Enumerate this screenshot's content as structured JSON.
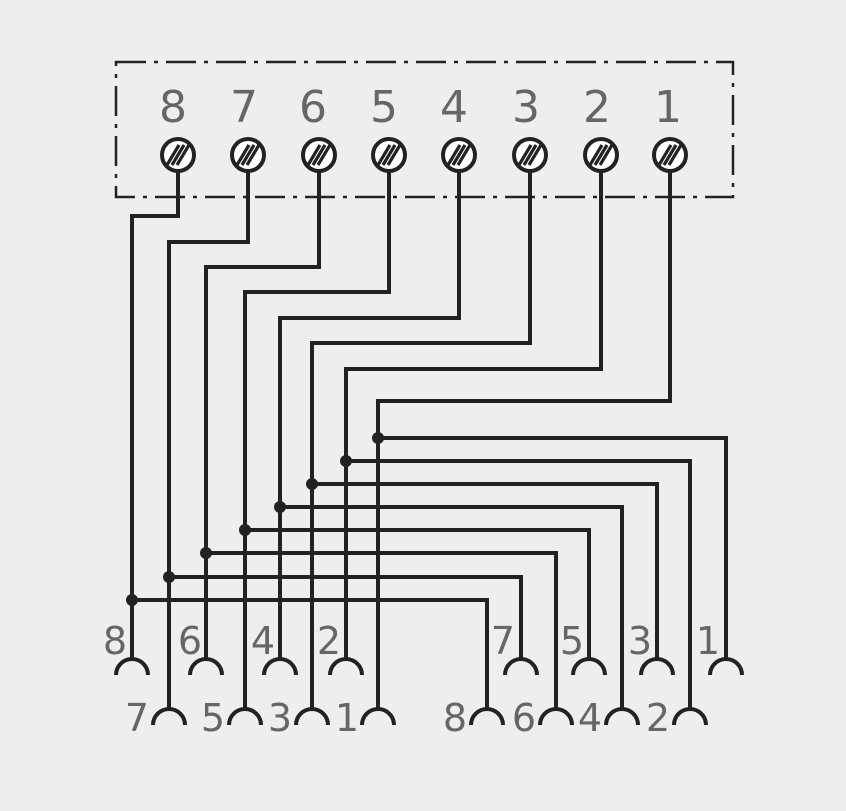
{
  "colors": {
    "background": "#eeeeee",
    "ink": "#222222",
    "label": "#666666"
  },
  "terminal_block": {
    "terminals": [
      "8",
      "7",
      "6",
      "5",
      "4",
      "3",
      "2",
      "1"
    ]
  },
  "left_connector": {
    "upper_row": [
      "8",
      "6",
      "4",
      "2"
    ],
    "lower_row": [
      "7",
      "5",
      "3",
      "1"
    ]
  },
  "right_connector": {
    "upper_row": [
      "7",
      "5",
      "3",
      "1"
    ],
    "lower_row": [
      "8",
      "6",
      "4",
      "2"
    ]
  }
}
